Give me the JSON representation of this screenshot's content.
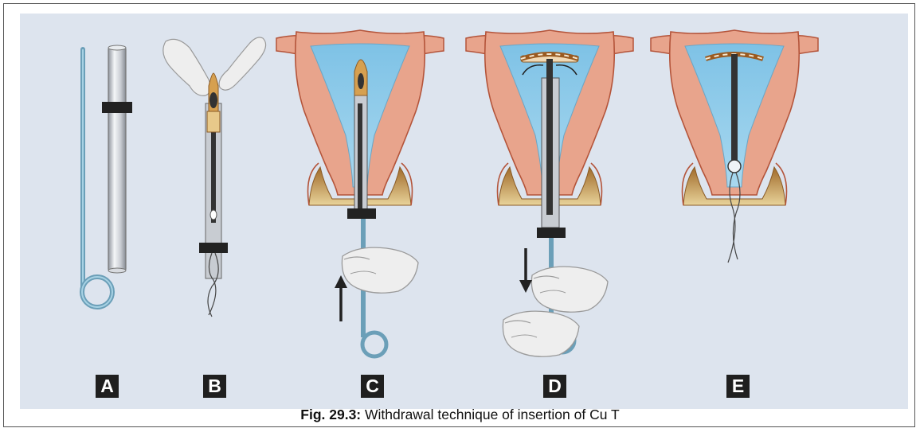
{
  "panels": [
    {
      "label": "A"
    },
    {
      "label": "B"
    },
    {
      "label": "C"
    },
    {
      "label": "D"
    },
    {
      "label": "E"
    }
  ],
  "caption": {
    "figure_number": "Fig. 29.3:",
    "text": " Withdrawal technique of insertion of Cu T"
  },
  "colors": {
    "panel_background": "#dde4ee",
    "uterus_wall": "#e8a48c",
    "uterus_outline": "#b4543a",
    "cavity": "#8fcbe8",
    "plunger_rod": "#7fb0c8",
    "insertion_tube": "#c8ccd2",
    "cervix": "#d9c07a",
    "copper_arms": "#c9893f",
    "label_badge": "#1f1f1f"
  }
}
